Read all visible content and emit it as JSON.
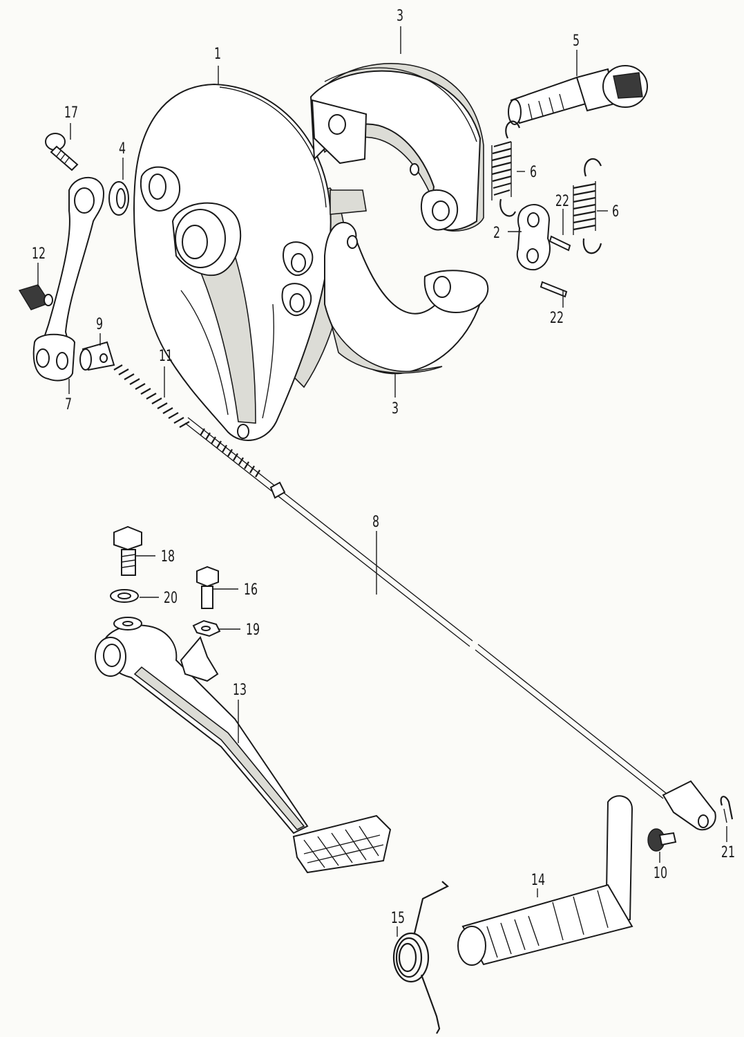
{
  "diagram": {
    "labels": [
      {
        "id": "1",
        "text": "1"
      },
      {
        "id": "2",
        "text": "2"
      },
      {
        "id": "3a",
        "text": "3"
      },
      {
        "id": "3b",
        "text": "3"
      },
      {
        "id": "4",
        "text": "4"
      },
      {
        "id": "5",
        "text": "5"
      },
      {
        "id": "6a",
        "text": "6"
      },
      {
        "id": "6b",
        "text": "6"
      },
      {
        "id": "7",
        "text": "7"
      },
      {
        "id": "8",
        "text": "8"
      },
      {
        "id": "9",
        "text": "9"
      },
      {
        "id": "10",
        "text": "10"
      },
      {
        "id": "11",
        "text": "11"
      },
      {
        "id": "12",
        "text": "12"
      },
      {
        "id": "13",
        "text": "13"
      },
      {
        "id": "14",
        "text": "14"
      },
      {
        "id": "15",
        "text": "15"
      },
      {
        "id": "16",
        "text": "16"
      },
      {
        "id": "17",
        "text": "17"
      },
      {
        "id": "18",
        "text": "18"
      },
      {
        "id": "19",
        "text": "19"
      },
      {
        "id": "20",
        "text": "20"
      },
      {
        "id": "21",
        "text": "21"
      },
      {
        "id": "22a",
        "text": "22"
      },
      {
        "id": "22b",
        "text": "22"
      }
    ]
  }
}
